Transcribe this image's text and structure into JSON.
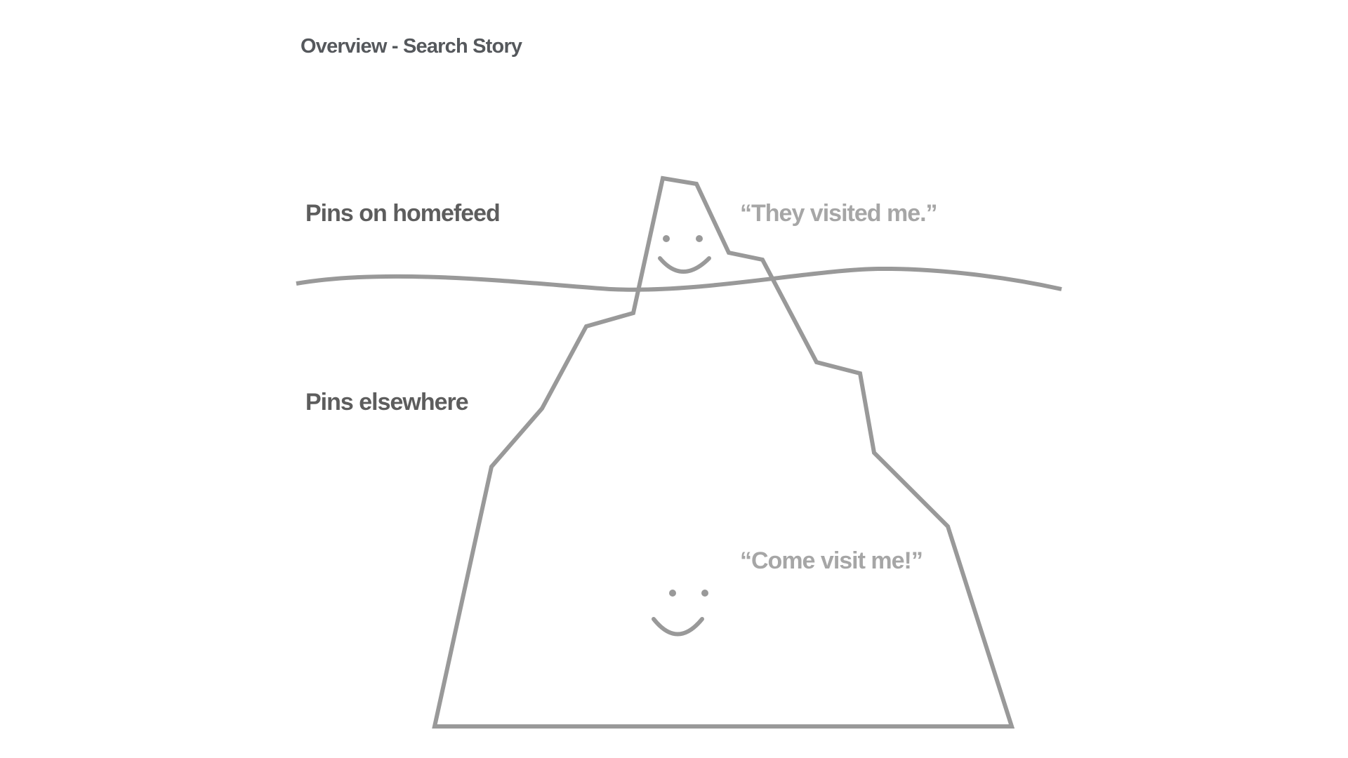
{
  "slide": {
    "title": "Overview - Search Story"
  },
  "layers": {
    "above_surface": "Pins on homefeed",
    "below_surface": "Pins elsewhere"
  },
  "quotes": {
    "tip": "“They visited me.”",
    "base": "“Come visit me!”"
  },
  "colors": {
    "line": "#999999",
    "title": "#55585c",
    "label": "#5d5d5d",
    "quote": "#a6a6a6",
    "background": "#ffffff"
  }
}
